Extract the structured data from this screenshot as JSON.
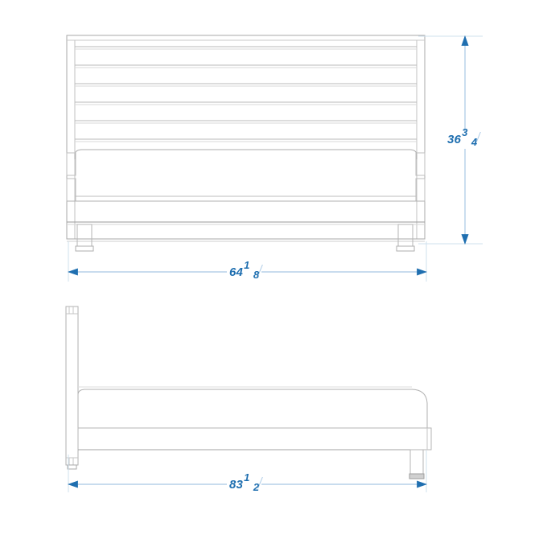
{
  "drawing": {
    "type": "technical-dimension-drawing",
    "subject": "platform bed with slatted headboard",
    "views": [
      {
        "name": "front-elevation",
        "label": ""
      },
      {
        "name": "side-elevation",
        "label": ""
      }
    ],
    "line_color": "#b3b3b3",
    "line_color_dark": "#8c8c8c",
    "dimension_line_color": "#a8c8e4",
    "dimension_text_color": "#1f6fb0",
    "background": "#ffffff"
  },
  "dimensions": {
    "height": {
      "name": "overall-height",
      "whole": "36",
      "numerator": "3",
      "denominator": "4",
      "value_inches": 36.75,
      "orientation": "vertical",
      "applies_to": "front-elevation"
    },
    "width_top": {
      "name": "overall-width",
      "whole": "64",
      "numerator": "1",
      "denominator": "8",
      "value_inches": 64.125,
      "orientation": "horizontal",
      "applies_to": "front-elevation"
    },
    "width_bottom": {
      "name": "overall-length",
      "whole": "83",
      "numerator": "1",
      "denominator": "2",
      "value_inches": 83.5,
      "orientation": "horizontal",
      "applies_to": "side-elevation"
    }
  }
}
